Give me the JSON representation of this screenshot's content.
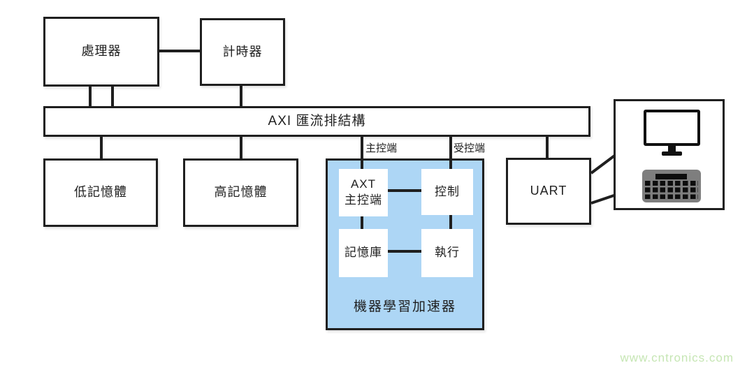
{
  "diagram": {
    "nodes": {
      "processor": "處理器",
      "timer": "計時器",
      "bus": "AXI 匯流排結構",
      "low_memory": "低記憶體",
      "high_memory": "高記憶體",
      "uart": "UART"
    },
    "bus_ports": {
      "master": "主控端",
      "slave": "受控端"
    },
    "accelerator": {
      "title": "機器學習加速器",
      "fill_color": "#ADD6F5",
      "blocks": {
        "axt_master_line1": "AXT",
        "axt_master_line2": "主控端",
        "control": "控制",
        "memory_bank": "記憶庫",
        "execute": "執行"
      }
    },
    "terminal": {
      "monitor_icon": "monitor-icon",
      "keyboard_icon": "keyboard-icon"
    },
    "line_color": "#1f1f1f"
  },
  "watermark": {
    "text": "www.cntronics.com",
    "color": "#c6e6b4"
  }
}
